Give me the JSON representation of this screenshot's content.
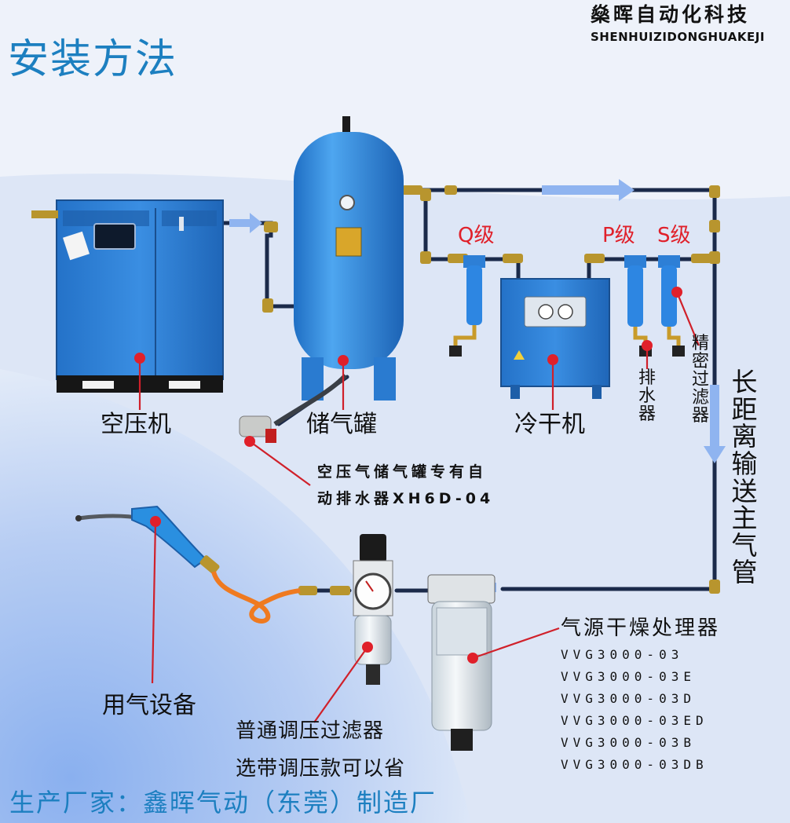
{
  "header": {
    "title": "安装方法",
    "brand_cn": "燊晖自动化科技",
    "brand_en": "SHENHUIZIDONGHUAKEJI"
  },
  "labels": {
    "compressor": "空压机",
    "tank": "储气罐",
    "dryer": "冷干机",
    "q_grade": "Q级",
    "p_grade": "P级",
    "s_grade": "S级",
    "drain": "排水器",
    "precision_filter": "精密过滤器",
    "main_pipe": "长距离输送主气管",
    "auto_drain_line1": "空压气储气罐专有自",
    "auto_drain_line2": "动排水器XH6D-04",
    "air_equipment": "用气设备",
    "regulator_line1": "普通调压过滤器",
    "regulator_line2": "选带调压款可以省",
    "source_treatment": "气源干燥处理器"
  },
  "models": [
    "VVG3000-03",
    "VVG3000-03E",
    "VVG3000-03D",
    "VVG3000-03ED",
    "VVG3000-03B",
    "VVG3000-03DB"
  ],
  "footer": {
    "maker": "生产厂家：鑫晖气动（东莞）制造厂"
  },
  "colors": {
    "accent": "#1c7fc0",
    "marker": "#e0202a",
    "equipment_blue": "#2f8fe0",
    "pipe": "#1b2a4a",
    "fitting": "#b8952e"
  }
}
